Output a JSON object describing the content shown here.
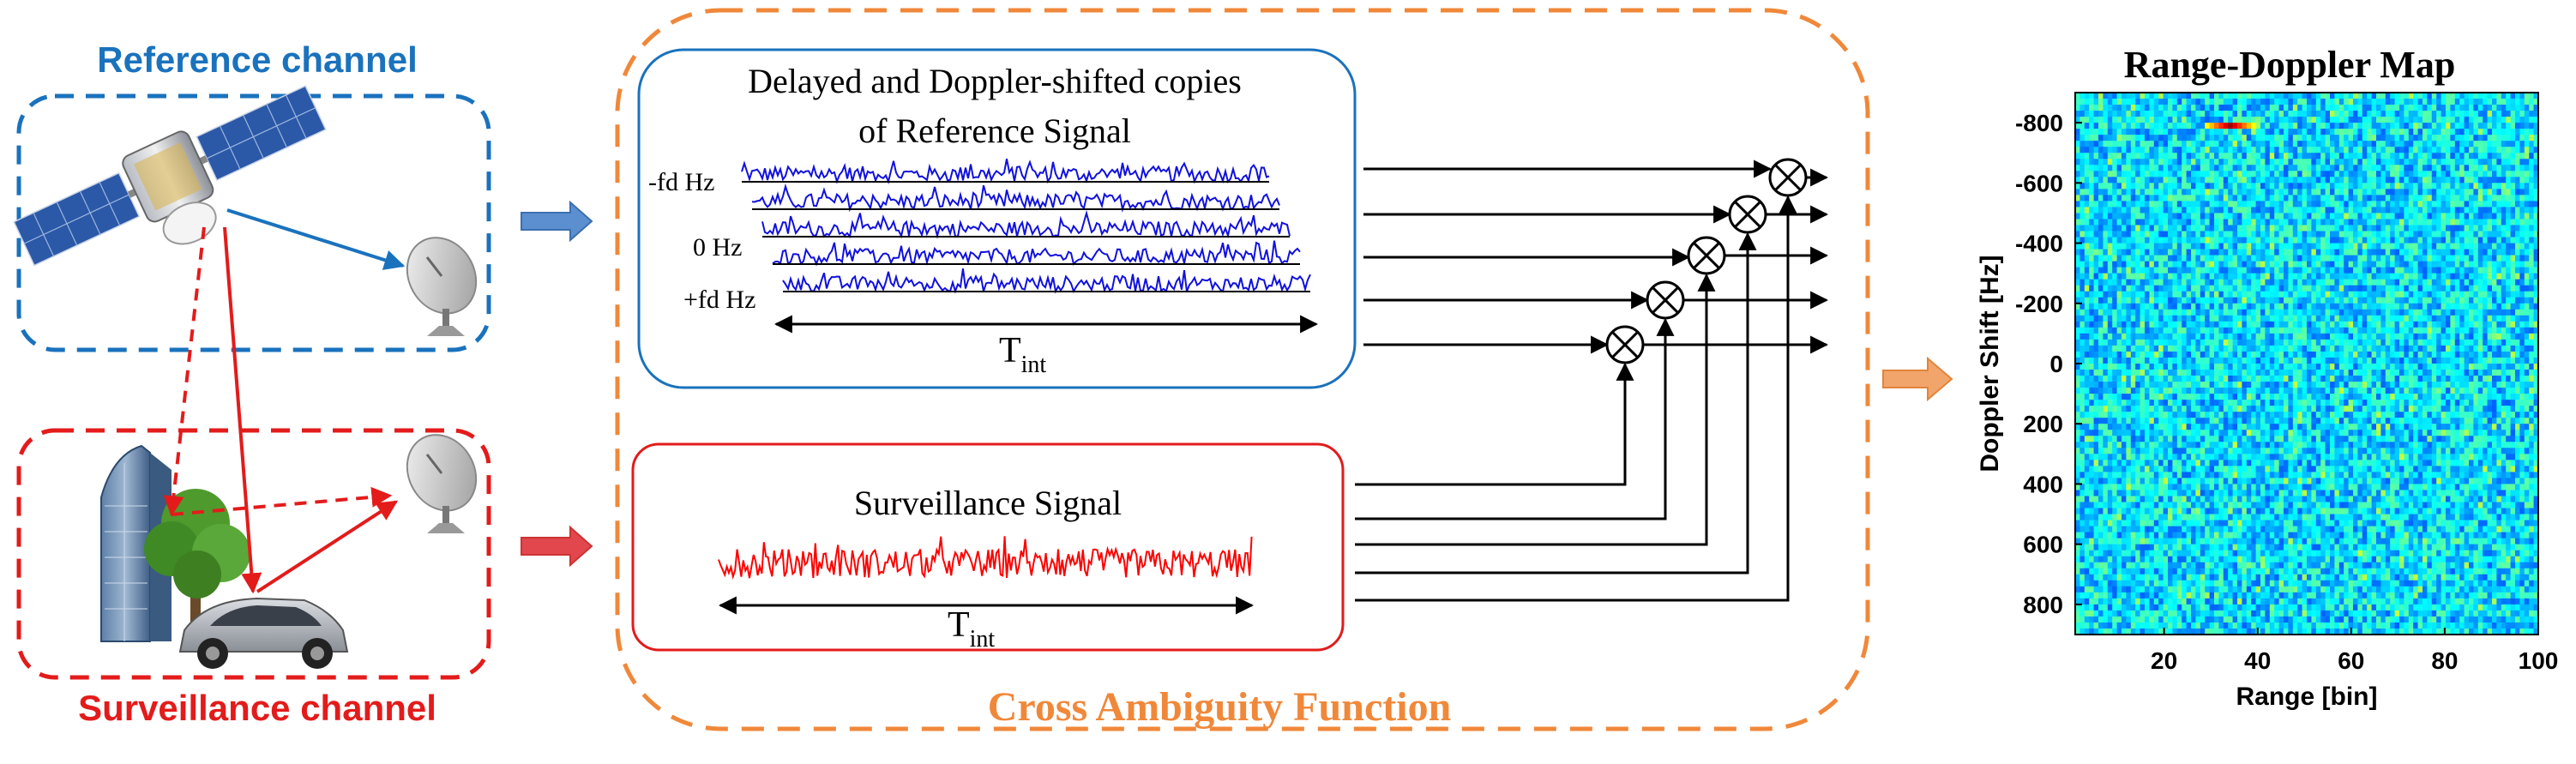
{
  "left": {
    "reference_title": "Reference channel",
    "surveillance_title": "Surveillance channel"
  },
  "caf": {
    "title": "Cross Ambiguity Function",
    "reference_box_title_line1": "Delayed and Doppler-shifted copies",
    "reference_box_title_line2": "of Reference Signal",
    "doppler_labels": [
      "-fd Hz",
      "0 Hz",
      "+fd Hz"
    ],
    "tint_base": "T",
    "tint_sub": "int",
    "surveillance_signal_title": "Surveillance Signal"
  },
  "colors": {
    "reference": "#1a72bd",
    "surveillance": "#e31b1b",
    "caf": "#f0883a",
    "ref_signal": "#1010e0",
    "surv_signal": "#ff0000"
  },
  "icons": {
    "satellite": "satellite-icon",
    "dish": "dish-antenna-icon",
    "building": "building-icon",
    "tree": "tree-icon",
    "car": "car-icon",
    "multiplier": "multiplier-icon"
  },
  "chart_data": {
    "type": "heatmap",
    "title": "Range-Doppler Map",
    "xlabel": "Range [bin]",
    "ylabel": "Doppler Shift [Hz]",
    "xlim": [
      1,
      100
    ],
    "ylim": [
      -900,
      900
    ],
    "x_ticks": [
      20,
      40,
      60,
      80,
      100
    ],
    "y_ticks": [
      -800,
      -600,
      -400,
      -200,
      0,
      200,
      400,
      600,
      800
    ],
    "colormap": "jet",
    "peak": {
      "range_bin": 34,
      "doppler_hz": -800
    }
  }
}
